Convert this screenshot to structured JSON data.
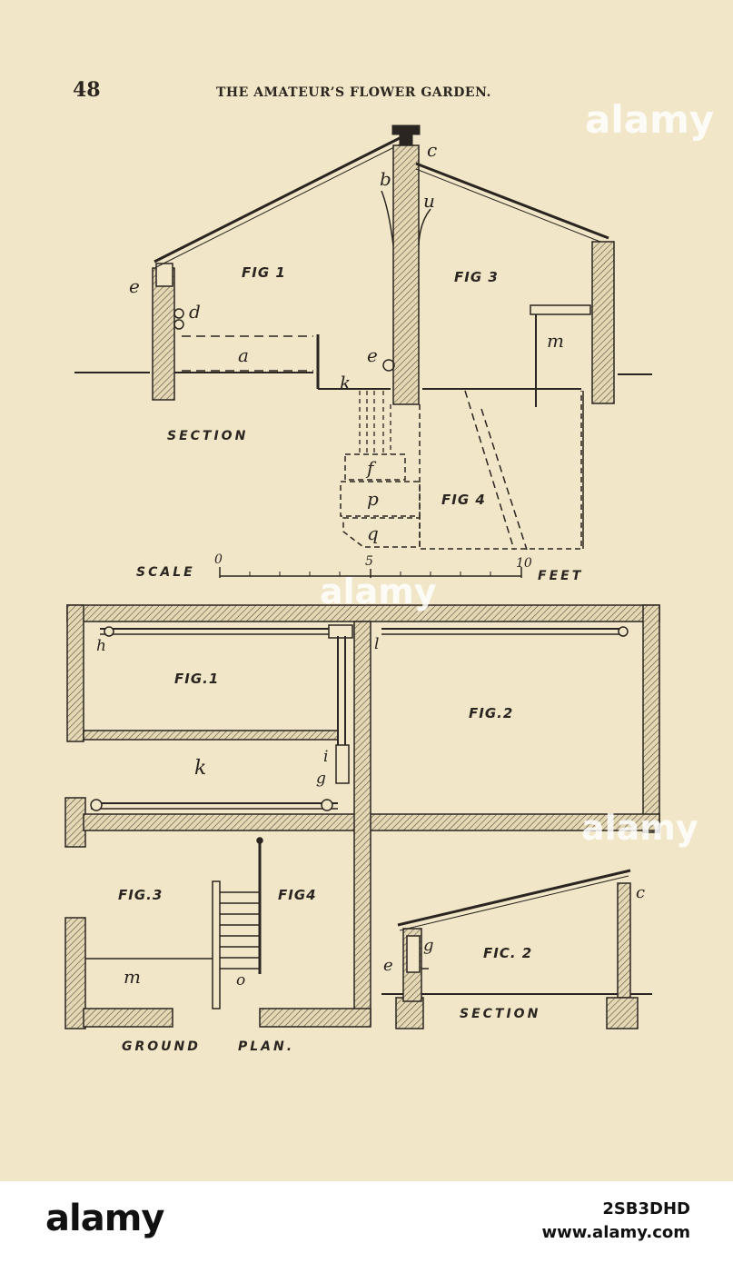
{
  "header": {
    "page_number": "48",
    "running_title": "THE AMATEUR’S FLOWER GARDEN."
  },
  "section_view": {
    "figure_labels": [
      "FIG 1",
      "FIG 3",
      "FIG 4"
    ],
    "caption": "SECTION",
    "letters": {
      "a": "a",
      "b": "b",
      "c": "c",
      "d": "d",
      "e_left": "e",
      "e_mid": "e",
      "f": "f",
      "k": "k",
      "m": "m",
      "p": "p",
      "q": "q",
      "u": "u"
    }
  },
  "scale": {
    "label": "SCALE",
    "unit": "FEET",
    "ticks": [
      "0",
      "5",
      "10"
    ]
  },
  "ground_plan": {
    "figure_labels": [
      "FIG.1",
      "FIG.2",
      "FIG.3",
      "FIG4"
    ],
    "caption_left": "GROUND",
    "caption_right": "PLAN.",
    "letters": {
      "h": "h",
      "l": "l",
      "k": "k",
      "i": "i",
      "g": "g",
      "m": "m",
      "o": "o"
    }
  },
  "fig2_section": {
    "figure_label": "FIC. 2",
    "caption": "SECTION",
    "letters": {
      "c": "c",
      "e": "e",
      "g": "g"
    }
  },
  "watermark": {
    "text": "alamy",
    "image_id": "2SB3DHD",
    "site": "www.alamy.com"
  },
  "colors": {
    "paper": "#f1e7c8",
    "ink": "#2a2520",
    "bar": "#ffffff"
  }
}
